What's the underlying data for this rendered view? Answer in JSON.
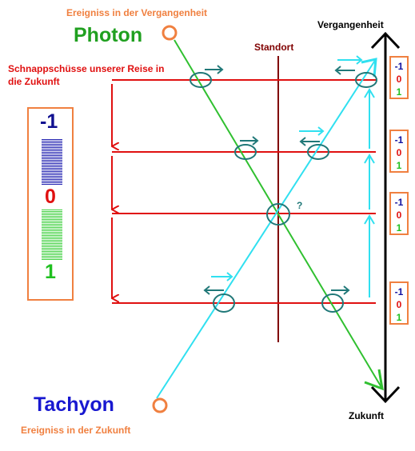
{
  "labels": {
    "past_event": "Ereigniss in der Vergangenheit",
    "photon": "Photon",
    "future_event": "Ereigniss in der Zukunft",
    "tachyon": "Tachyon",
    "snapshots_line1": "Schnappschüsse unserer Reise in",
    "snapshots_line2": "die Zukunft",
    "location": "Standort",
    "past": "Vergangenheit",
    "future": "Zukunft",
    "question": "?"
  },
  "legend": {
    "neg": "-1",
    "zero": "0",
    "one": "1"
  },
  "states": [
    {
      "neg": "-1",
      "zero": "0",
      "one": "1"
    },
    {
      "neg": "-1",
      "zero": "0",
      "one": "1"
    },
    {
      "neg": "-1",
      "zero": "0",
      "one": "1"
    },
    {
      "neg": "-1",
      "zero": "0",
      "one": "1"
    }
  ],
  "colors": {
    "snapshot": "#e01010",
    "location": "#800000",
    "photon": "#30c030",
    "tachyon": "#30e0f0",
    "marker": "#207878",
    "event": "#f08040",
    "legend_blue": "#101090",
    "legend_green": "#20c020"
  },
  "icons": [
    "event-circle-icon",
    "intersection-ellipse-icon",
    "direction-arrow-icon",
    "time-axis-arrow-icon"
  ]
}
